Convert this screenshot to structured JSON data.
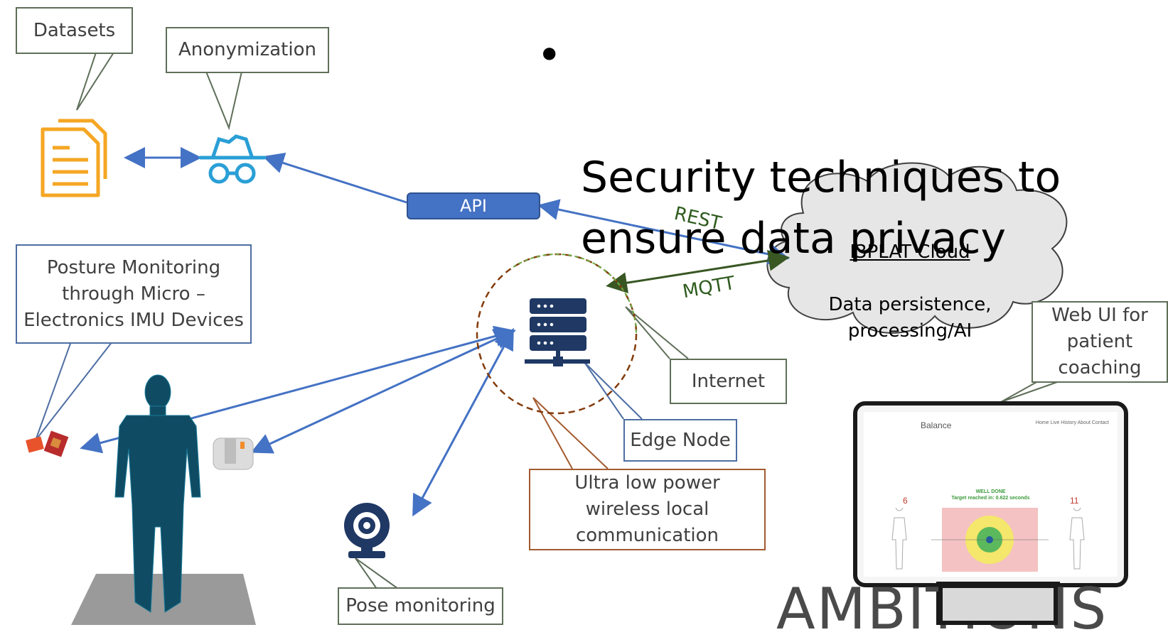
{
  "bullet": {
    "marker": "•",
    "text": "Security techniques to\nensure data privacy"
  },
  "callouts": {
    "datasets": "Datasets",
    "anonymization": "Anonymization",
    "posture": "Posture Monitoring\nthrough Micro –\nElectronics IMU Devices",
    "internet": "Internet",
    "edge_node": "Edge Node",
    "ultra_low_power": "Ultra low power\nwireless local\ncommunication",
    "web_ui": "Web UI for\npatient\ncoaching",
    "pose_monitoring": "Pose monitoring"
  },
  "api_label": "API",
  "links": {
    "rest": "REST",
    "mqtt": "MQTT"
  },
  "cloud": {
    "title": "I3PLAT Cloud",
    "body": "Data persistence,\nprocessing/AI"
  },
  "monitor": {
    "brand": "Balance",
    "nav": "Home  Live  History  About  Contact",
    "status": "WELL DONE",
    "target": "Target reached in: 0.622 seconds",
    "left_score": "6",
    "right_score": "11"
  },
  "logo": "AMBITIONS",
  "colors": {
    "arrow_blue": "#4472c4",
    "arrow_green": "#385723",
    "doc_orange": "#f5a623",
    "spy_blue": "#2a9fd6",
    "server_navy": "#1f3864",
    "cloud_fill": "#e7e6e6"
  }
}
